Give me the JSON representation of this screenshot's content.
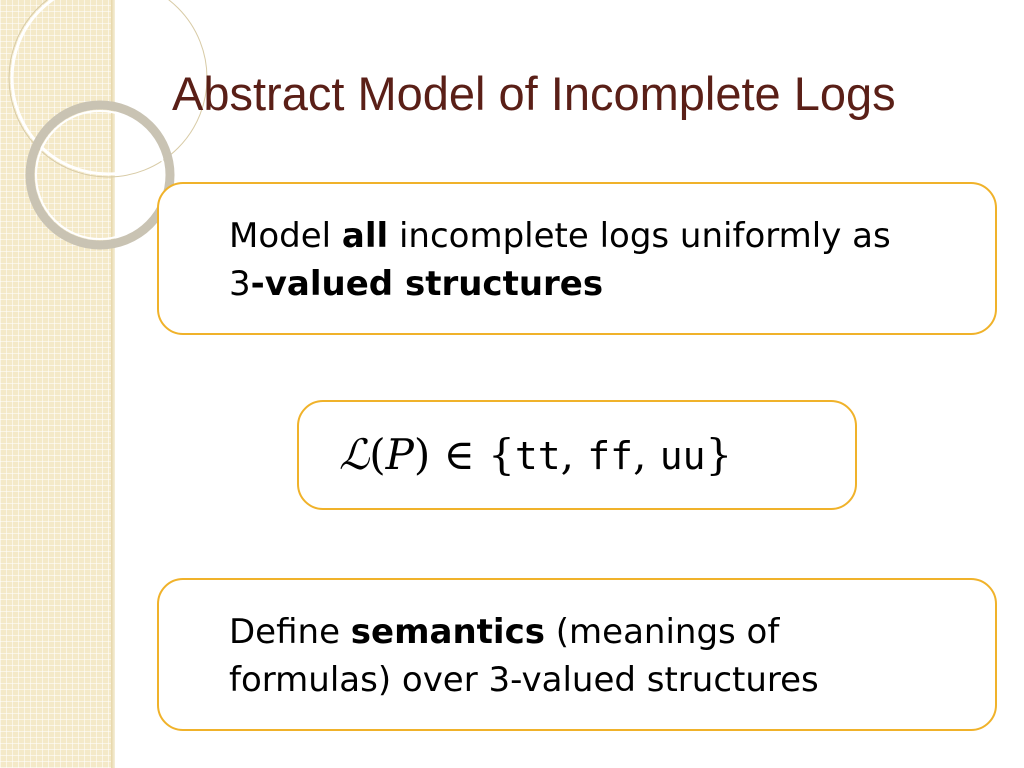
{
  "slide": {
    "title": "Abstract Model of Incomplete Logs",
    "box1": {
      "part1": "Model ",
      "bold1": "all",
      "part2": " incomplete logs uniformly as",
      "part3": "3",
      "bold2": "-valued structures"
    },
    "formula": {
      "script_l": "ℒ",
      "open_paren": "(",
      "var": "P",
      "close_paren": ")",
      "element_of": " ∈ ",
      "open_brace": "{",
      "tt": "tt",
      "comma1": ", ",
      "ff": "ff",
      "comma2": ", ",
      "uu": "uu",
      "close_brace": "}"
    },
    "box3": {
      "part1": "Define ",
      "bold1": "semantics",
      "part2": " (meanings of",
      "part3": "formulas) over 3-valued structures"
    }
  },
  "colors": {
    "title": "#5a1f17",
    "box_border": "#f0b22a",
    "side_strip": "#f4e9c8"
  },
  "icons": {
    "decoration": "ring-decoration-icon"
  }
}
